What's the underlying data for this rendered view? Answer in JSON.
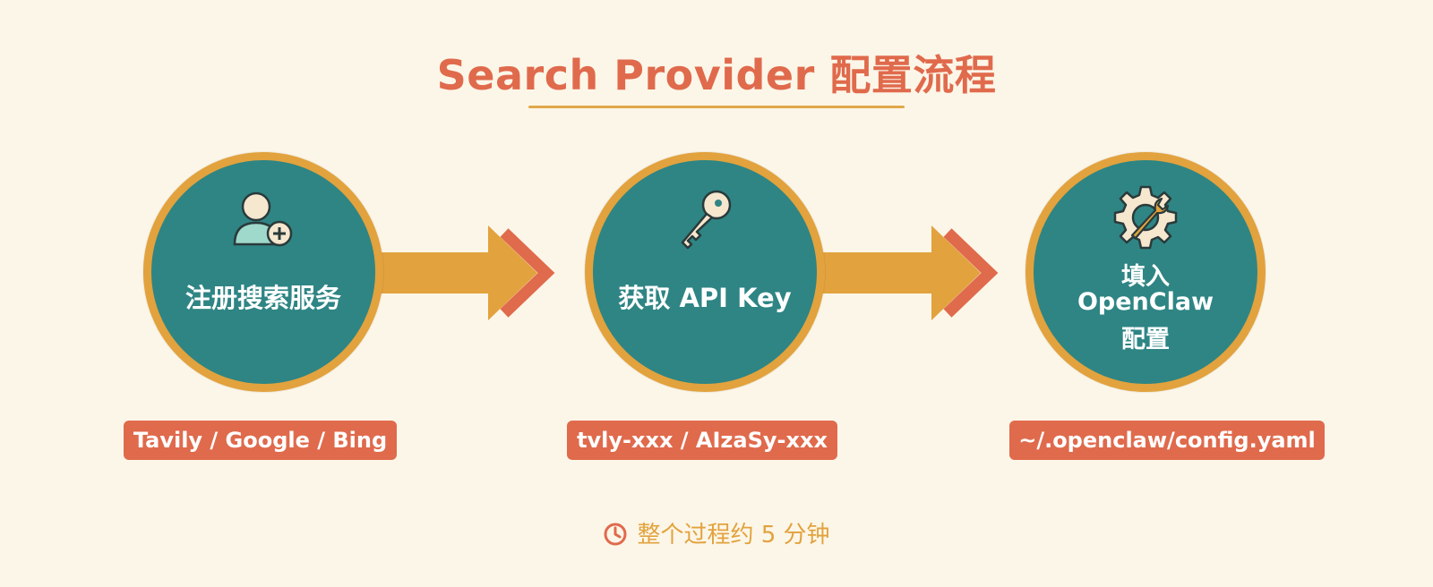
{
  "title": "Search Provider 配置流程",
  "steps": [
    {
      "label": "注册搜索服务",
      "icon": "add-user-icon",
      "badge": "Tavily / Google / Bing"
    },
    {
      "label": "获取 API Key",
      "icon": "key-icon",
      "badge": "tvly-xxx / AIzaSy-xxx"
    },
    {
      "label_lines": [
        "填入",
        "OpenClaw",
        "配置"
      ],
      "icon": "gear-wrench-icon",
      "badge": "~/.openclaw/config.yaml"
    }
  ],
  "footer": {
    "text": "整个过程约 5 分钟",
    "icon": "clock-icon"
  },
  "colors": {
    "background": "#fcf6e8",
    "title": "#e06a4c",
    "circle_fill": "#2e8584",
    "circle_ring": "#e2a23d",
    "arrow": "#e2a23d",
    "chevron": "#e06a4c",
    "badge": "#e06a4c"
  }
}
